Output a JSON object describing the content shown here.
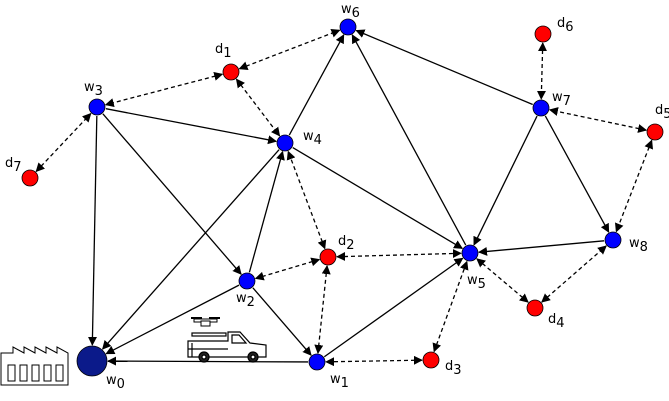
{
  "nodes": [
    {
      "id": "w0",
      "base": "w",
      "sub": "0",
      "kind": "depot",
      "color": "#0b1a8a"
    },
    {
      "id": "w1",
      "base": "w",
      "sub": "1",
      "kind": "warehouse",
      "color": "#0000ff"
    },
    {
      "id": "w2",
      "base": "w",
      "sub": "2",
      "kind": "warehouse",
      "color": "#0000ff"
    },
    {
      "id": "w3",
      "base": "w",
      "sub": "3",
      "kind": "warehouse",
      "color": "#0000ff"
    },
    {
      "id": "w4",
      "base": "w",
      "sub": "4",
      "kind": "warehouse",
      "color": "#0000ff"
    },
    {
      "id": "w5",
      "base": "w",
      "sub": "5",
      "kind": "warehouse",
      "color": "#0000ff"
    },
    {
      "id": "w6",
      "base": "w",
      "sub": "6",
      "kind": "warehouse",
      "color": "#0000ff"
    },
    {
      "id": "w7",
      "base": "w",
      "sub": "7",
      "kind": "warehouse",
      "color": "#0000ff"
    },
    {
      "id": "w8",
      "base": "w",
      "sub": "8",
      "kind": "warehouse",
      "color": "#0000ff"
    },
    {
      "id": "d1",
      "base": "d",
      "sub": "1",
      "kind": "customer",
      "color": "#ff0000"
    },
    {
      "id": "d2",
      "base": "d",
      "sub": "2",
      "kind": "customer",
      "color": "#ff0000"
    },
    {
      "id": "d3",
      "base": "d",
      "sub": "3",
      "kind": "customer",
      "color": "#ff0000"
    },
    {
      "id": "d4",
      "base": "d",
      "sub": "4",
      "kind": "customer",
      "color": "#ff0000"
    },
    {
      "id": "d5",
      "base": "d",
      "sub": "5",
      "kind": "customer",
      "color": "#ff0000"
    },
    {
      "id": "d6",
      "base": "d",
      "sub": "6",
      "kind": "customer",
      "color": "#ff0000"
    },
    {
      "id": "d7",
      "base": "d",
      "sub": "7",
      "kind": "customer",
      "color": "#ff0000"
    }
  ],
  "truck_edges": [
    [
      "w3",
      "w0"
    ],
    [
      "w3",
      "w2"
    ],
    [
      "w3",
      "w4"
    ],
    [
      "w4",
      "w6"
    ],
    [
      "w4",
      "w0"
    ],
    [
      "w4",
      "w5"
    ],
    [
      "w2",
      "w0"
    ],
    [
      "w2",
      "w1"
    ],
    [
      "w2",
      "w4"
    ],
    [
      "w1",
      "w0"
    ],
    [
      "w1",
      "w5"
    ],
    [
      "w5",
      "w6"
    ],
    [
      "w7",
      "w6"
    ],
    [
      "w7",
      "w5"
    ],
    [
      "w7",
      "w8"
    ],
    [
      "w8",
      "w5"
    ]
  ],
  "drone_edges": [
    [
      "d1",
      "w3"
    ],
    [
      "d1",
      "w6"
    ],
    [
      "d1",
      "w4"
    ],
    [
      "d7",
      "w3"
    ],
    [
      "d2",
      "w2"
    ],
    [
      "d2",
      "w1"
    ],
    [
      "d2",
      "w5"
    ],
    [
      "d2",
      "w4"
    ],
    [
      "d3",
      "w1"
    ],
    [
      "d3",
      "w5"
    ],
    [
      "d4",
      "w5"
    ],
    [
      "d4",
      "w8"
    ],
    [
      "d5",
      "w7"
    ],
    [
      "d5",
      "w8"
    ],
    [
      "d6",
      "w7"
    ]
  ],
  "colors": {
    "truck_edge": "#000000",
    "drone_edge": "#000000",
    "warehouse": "#0000ff",
    "customer": "#ff0000",
    "depot": "#0b1a8a"
  },
  "icons": [
    "factory-icon",
    "truck-icon",
    "drone-icon"
  ]
}
